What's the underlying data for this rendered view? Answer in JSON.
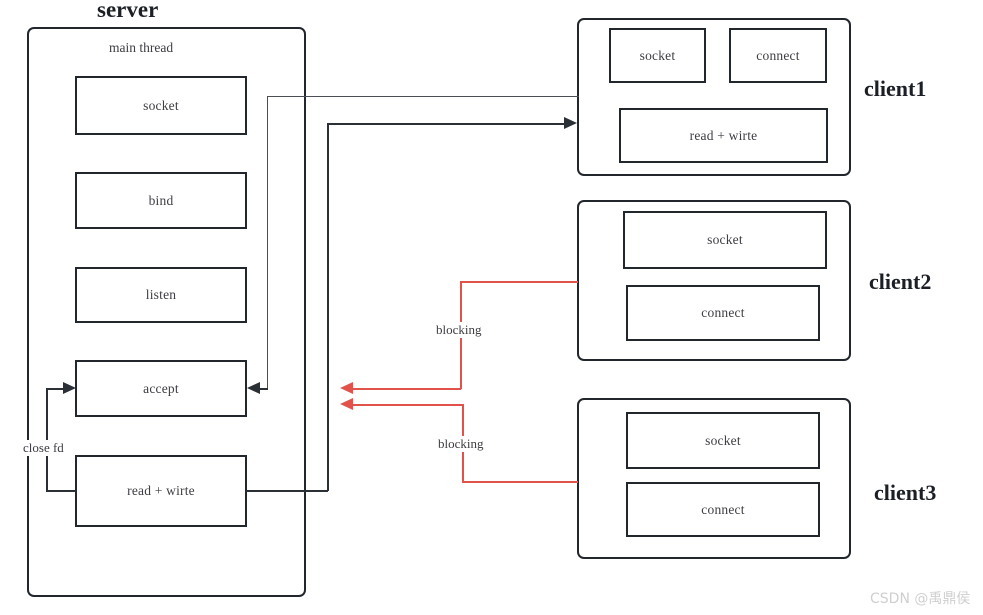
{
  "diagram": {
    "title_server": "server",
    "server_inner_label": "main  thread",
    "close_fd_label": "close fd",
    "blocking_label_1": "blocking",
    "blocking_label_2": "blocking",
    "watermark": "CSDN @禹鼎侯",
    "colors": {
      "stroke": "#22272e",
      "blocking_red": "#e1534a",
      "text": "#3d3d43",
      "watermark": "#cfcfcf"
    }
  },
  "server": {
    "label": "server",
    "thread_label": "main  thread",
    "steps": [
      {
        "name": "socket",
        "label": "socket"
      },
      {
        "name": "bind",
        "label": "bind"
      },
      {
        "name": "listen",
        "label": "listen"
      },
      {
        "name": "accept",
        "label": "accept"
      },
      {
        "name": "read-write",
        "label": "read + wirte"
      }
    ]
  },
  "clients": [
    {
      "id": "client1",
      "label": "client1",
      "boxes": [
        {
          "name": "socket",
          "label": "socket"
        },
        {
          "name": "connect",
          "label": "connect"
        },
        {
          "name": "read-write",
          "label": "read  + wirte"
        }
      ]
    },
    {
      "id": "client2",
      "label": "client2",
      "boxes": [
        {
          "name": "socket",
          "label": "socket"
        },
        {
          "name": "connect",
          "label": "connect"
        }
      ]
    },
    {
      "id": "client3",
      "label": "client3",
      "boxes": [
        {
          "name": "socket",
          "label": "socket"
        },
        {
          "name": "connect",
          "label": "connect"
        }
      ]
    }
  ],
  "connections": [
    {
      "name": "client1-to-accept",
      "label": "",
      "color": "#2b3036"
    },
    {
      "name": "server-readwrite-to-client1",
      "label": "",
      "color": "#2b3036"
    },
    {
      "name": "accept-close-fd-loop",
      "label": "close fd",
      "color": "#2b3036"
    },
    {
      "name": "client2-blocking-to-server",
      "label": "blocking",
      "color": "#e1534a"
    },
    {
      "name": "client3-blocking-to-server",
      "label": "blocking",
      "color": "#e1534a"
    }
  ]
}
